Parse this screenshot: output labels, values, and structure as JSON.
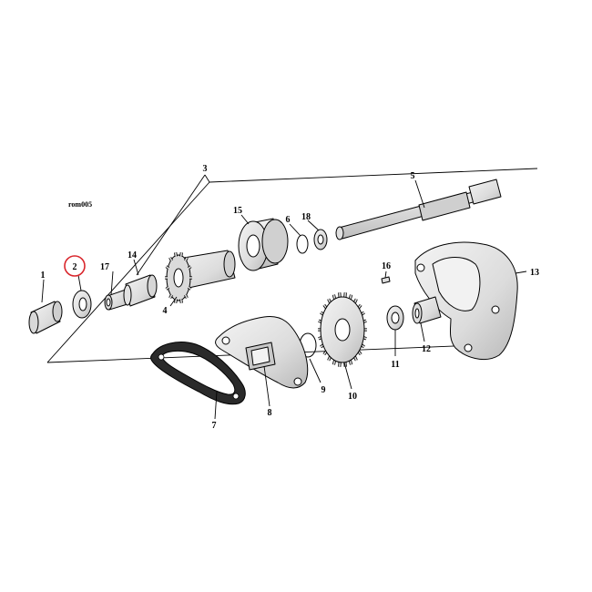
{
  "diagram_code": "rom005",
  "highlight_color": "#d9262c",
  "part_fill": "#e6e6e6",
  "part_shade": "#c4c4c4",
  "parts": [
    {
      "id": "p1",
      "label": "1"
    },
    {
      "id": "p2",
      "label": "2",
      "highlighted": true
    },
    {
      "id": "p3",
      "label": "3"
    },
    {
      "id": "p4",
      "label": "4"
    },
    {
      "id": "p5",
      "label": "5"
    },
    {
      "id": "p6",
      "label": "6"
    },
    {
      "id": "p7",
      "label": "7"
    },
    {
      "id": "p8",
      "label": "8"
    },
    {
      "id": "p9",
      "label": "9"
    },
    {
      "id": "p10",
      "label": "10"
    },
    {
      "id": "p11",
      "label": "11"
    },
    {
      "id": "p12",
      "label": "12"
    },
    {
      "id": "p13",
      "label": "13"
    },
    {
      "id": "p14",
      "label": "14"
    },
    {
      "id": "p15",
      "label": "15"
    },
    {
      "id": "p16",
      "label": "16"
    },
    {
      "id": "p17",
      "label": "17"
    },
    {
      "id": "p18",
      "label": "18"
    }
  ]
}
